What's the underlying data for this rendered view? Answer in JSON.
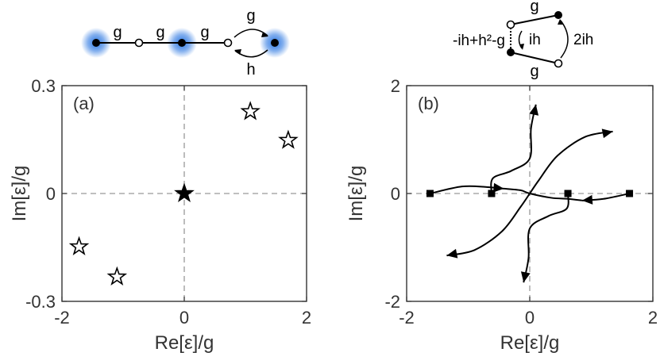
{
  "colors": {
    "glow": "#1f6fe0",
    "axis": "#333333",
    "zero_line": "#999999",
    "ink": "#000000"
  },
  "diagram_a": {
    "bond_labels": [
      "g",
      "g",
      "g"
    ],
    "forward_label": "g",
    "backward_label": "h"
  },
  "diagram_b": {
    "top_label": "g",
    "bottom_label": "g",
    "left_label": "-ih+h²-g",
    "inner_label": "ih",
    "right_label": "2ih"
  },
  "chart_data": [
    {
      "type": "scatter",
      "panel_label": "(a)",
      "xlabel": "Re[ε]/g",
      "ylabel": "Im[ε]/g",
      "xlim": [
        -2,
        2
      ],
      "ylim": [
        -0.3,
        0.3
      ],
      "xticks": [
        -2,
        0,
        2
      ],
      "xtick_labels": [
        "-2",
        "0",
        "2"
      ],
      "yticks": [
        -0.3,
        0,
        0.3
      ],
      "ytick_labels": [
        "-0.3",
        "0",
        "0.3"
      ],
      "zero_lines": true,
      "series": [
        {
          "marker": "filled-star",
          "points": [
            [
              0,
              0
            ]
          ]
        },
        {
          "marker": "open-star",
          "points": [
            [
              1.08,
              0.228
            ],
            [
              1.7,
              0.148
            ],
            [
              -1.72,
              -0.148
            ],
            [
              -1.1,
              -0.232
            ]
          ]
        }
      ]
    },
    {
      "type": "line",
      "panel_label": "(b)",
      "xlabel": "Re[ε]/g",
      "ylabel": "Im[ε]/g",
      "xlim": [
        -2,
        2
      ],
      "ylim": [
        -2,
        2
      ],
      "xticks": [
        -2,
        0,
        2
      ],
      "xtick_labels": [
        "-2",
        "0",
        "2"
      ],
      "yticks": [
        -2,
        0,
        2
      ],
      "ytick_labels": [
        "-2",
        "0",
        "2"
      ],
      "zero_lines": true,
      "start_points": [
        [
          -1.62,
          0
        ],
        [
          -0.62,
          0
        ],
        [
          0.62,
          0
        ],
        [
          1.62,
          0
        ]
      ],
      "trajectories": [
        {
          "points": [
            [
              -1.62,
              0
            ],
            [
              -1.1,
              0.13
            ],
            [
              -0.7,
              0.12
            ],
            [
              -0.42,
              0.09
            ]
          ],
          "arrow_end": true
        },
        {
          "points": [
            [
              -0.42,
              0.09
            ],
            [
              -0.15,
              0.06
            ],
            [
              0,
              0
            ],
            [
              0.35,
              -0.08
            ],
            [
              0.62,
              -0.1
            ],
            [
              0.85,
              -0.13
            ]
          ]
        },
        {
          "points": [
            [
              1.62,
              0
            ],
            [
              1.2,
              -0.1
            ],
            [
              0.85,
              -0.13
            ]
          ],
          "arrow_end": true
        },
        {
          "points": [
            [
              -0.62,
              0
            ],
            [
              -0.6,
              0.28
            ],
            [
              -0.3,
              0.42
            ],
            [
              0,
              0.65
            ],
            [
              0.02,
              1.2
            ],
            [
              0.1,
              1.65
            ]
          ],
          "arrow_end": true
        },
        {
          "points": [
            [
              0.62,
              0
            ],
            [
              0.6,
              -0.28
            ],
            [
              0.3,
              -0.42
            ],
            [
              0,
              -0.65
            ],
            [
              -0.02,
              -1.2
            ],
            [
              -0.1,
              -1.65
            ]
          ],
          "arrow_end": true
        },
        {
          "points": [
            [
              0,
              0
            ],
            [
              0.15,
              0.25
            ],
            [
              0.45,
              0.7
            ],
            [
              0.9,
              1.05
            ],
            [
              1.35,
              1.15
            ]
          ],
          "arrow_end": true
        },
        {
          "points": [
            [
              0,
              0
            ],
            [
              -0.15,
              -0.25
            ],
            [
              -0.45,
              -0.7
            ],
            [
              -0.9,
              -1.05
            ],
            [
              -1.35,
              -1.15
            ]
          ],
          "arrow_end": true
        }
      ]
    }
  ]
}
